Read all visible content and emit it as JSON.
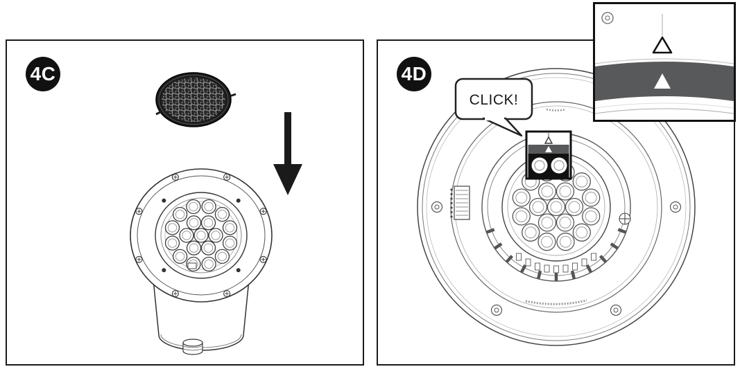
{
  "steps": [
    {
      "badge": "4C"
    },
    {
      "badge": "4D"
    }
  ],
  "callout": {
    "click_label": "CLICK!"
  },
  "icons": {
    "arrow": "insert-direction-down-arrow",
    "upper_triangle": "alignment-triangle-outline",
    "lower_triangle": "alignment-triangle-filled"
  },
  "colors": {
    "ink": "#1a1a1a",
    "panel_border": "#1a1a1a",
    "band_gray": "#58595b",
    "line_gray": "#555555"
  }
}
